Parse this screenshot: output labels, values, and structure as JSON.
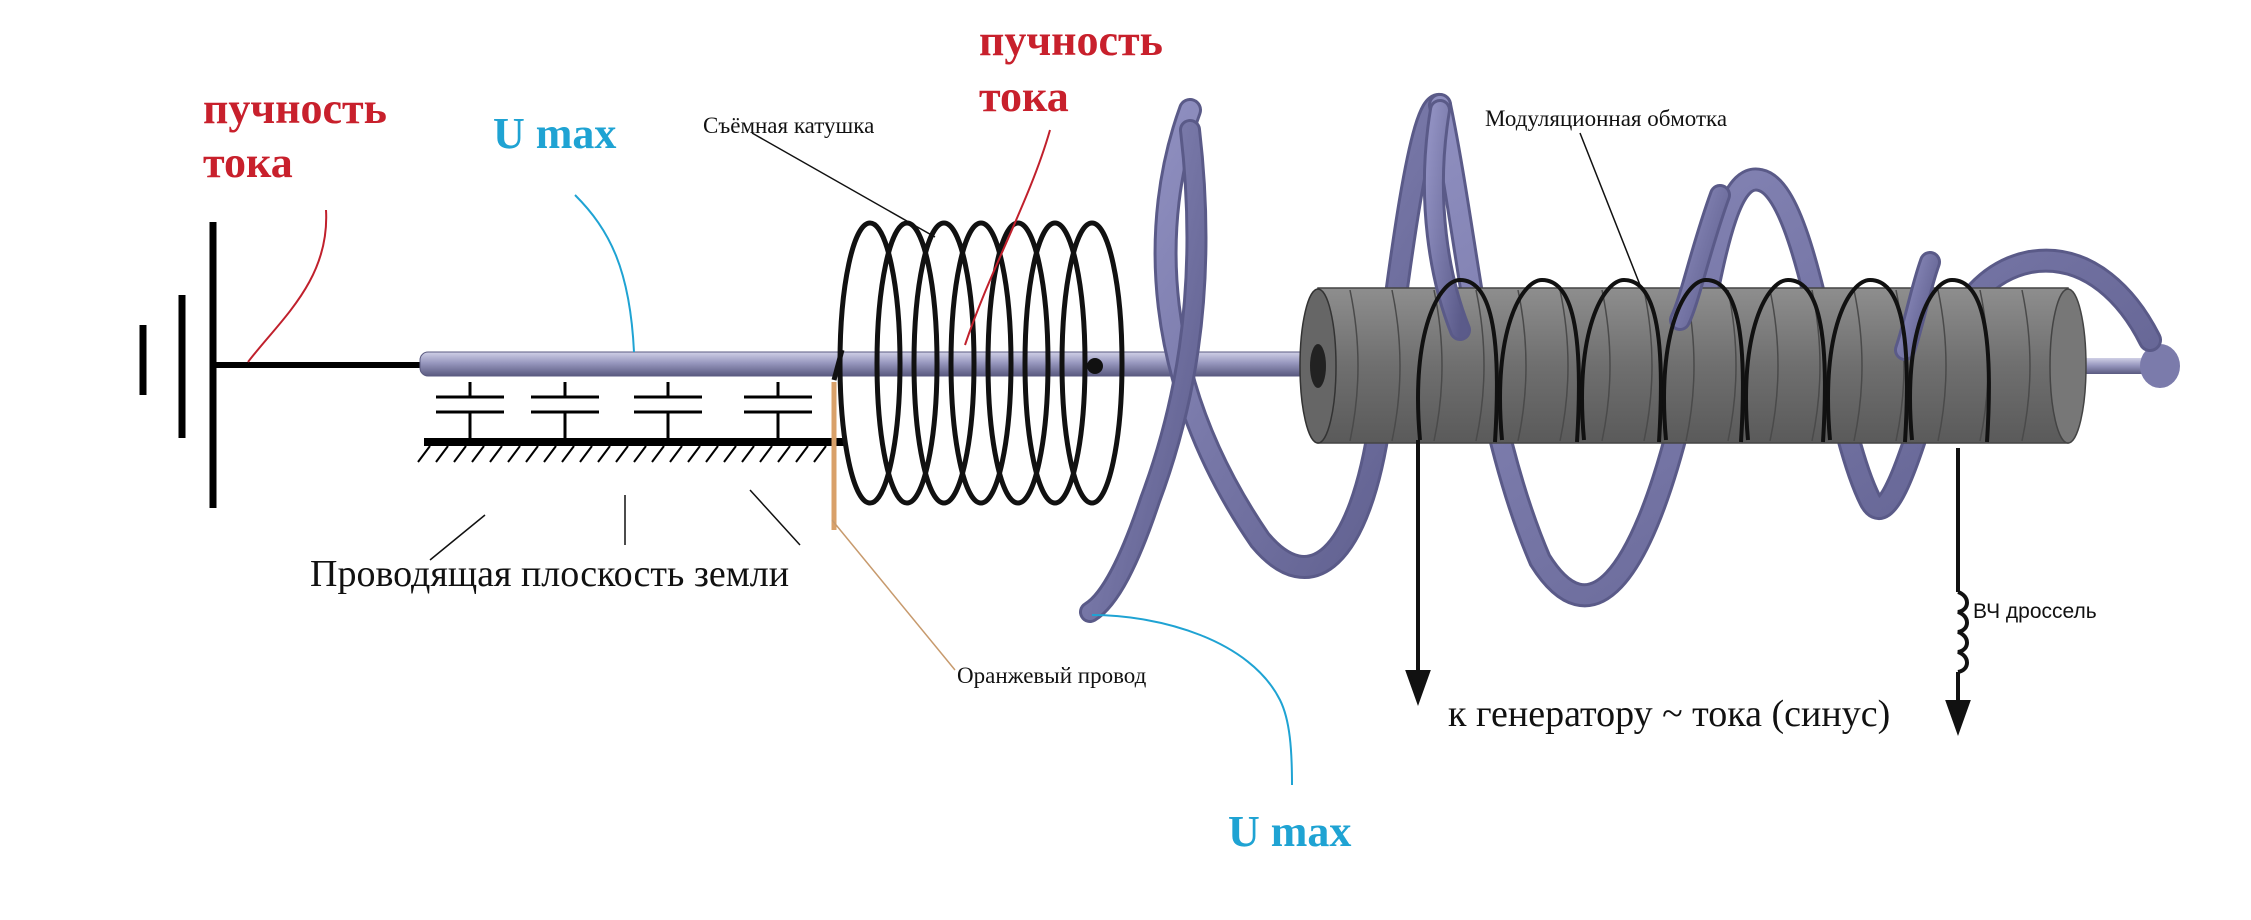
{
  "labels": {
    "current_antinode_left_1": "пучность",
    "current_antinode_left_2": "тока",
    "current_antinode_mid_1": "пучность",
    "current_antinode_mid_2": "тока",
    "u_max_top": "U max",
    "u_max_bottom": "U max",
    "removable_coil": "Съёмная катушка",
    "modulation_winding": "Модуляционная обмотка",
    "ground_plane": "Проводящая плоскость земли",
    "orange_wire": "Оранжевый провод",
    "generator": "к генератору ~ тока (синус)",
    "rf_choke": "ВЧ дроссель"
  },
  "colors": {
    "red_label": "#c8202c",
    "blue_label": "#1fa3d3",
    "helix": "#7c7cab",
    "core": "#8a8a8a",
    "rod": "#9e9ec4",
    "orange_wire": "#d9a16a"
  }
}
